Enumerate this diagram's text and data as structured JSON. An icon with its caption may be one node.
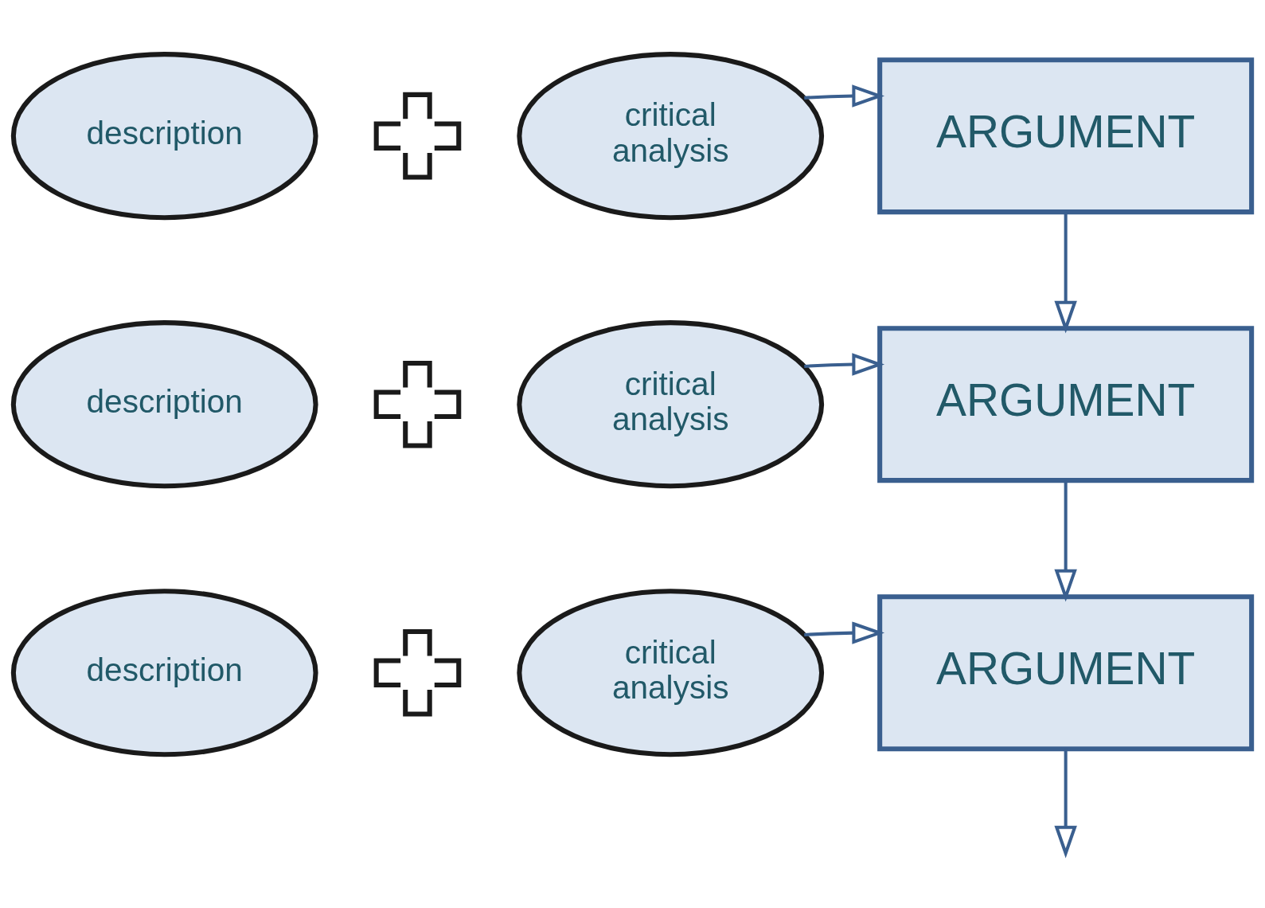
{
  "diagram": {
    "nodes": [
      {
        "text": [
          "description"
        ]
      },
      {
        "text": [],
        "shape": "cross"
      },
      {
        "text": [
          "critical analysis"
        ]
      },
      {
        "text": [
          "ARGUMENT"
        ]
      },
      {
        "text": [
          "description"
        ]
      },
      {
        "text": [],
        "shape": "cross"
      },
      {
        "text": [
          "critical analysis"
        ]
      },
      {
        "text": [
          "ARGUMENT"
        ]
      },
      {
        "text": [
          "description"
        ]
      },
      {
        "text": [],
        "shape": "cross"
      },
      {
        "text": [
          "critical analysis"
        ]
      },
      {
        "text": [
          "ARGUMENT"
        ]
      }
    ],
    "edges": [
      {
        "from": 2,
        "to": 3,
        "arrow": "to"
      },
      {
        "from": 3,
        "to": 7,
        "arrow": "to"
      },
      {
        "from": 6,
        "to": 7,
        "arrow": "to"
      },
      {
        "from": 7,
        "to": 11,
        "arrow": "to"
      },
      {
        "from": 10,
        "to": 11,
        "arrow": "to"
      },
      {
        "from": 11,
        "to": null,
        "arrow": "to"
      }
    ]
  }
}
